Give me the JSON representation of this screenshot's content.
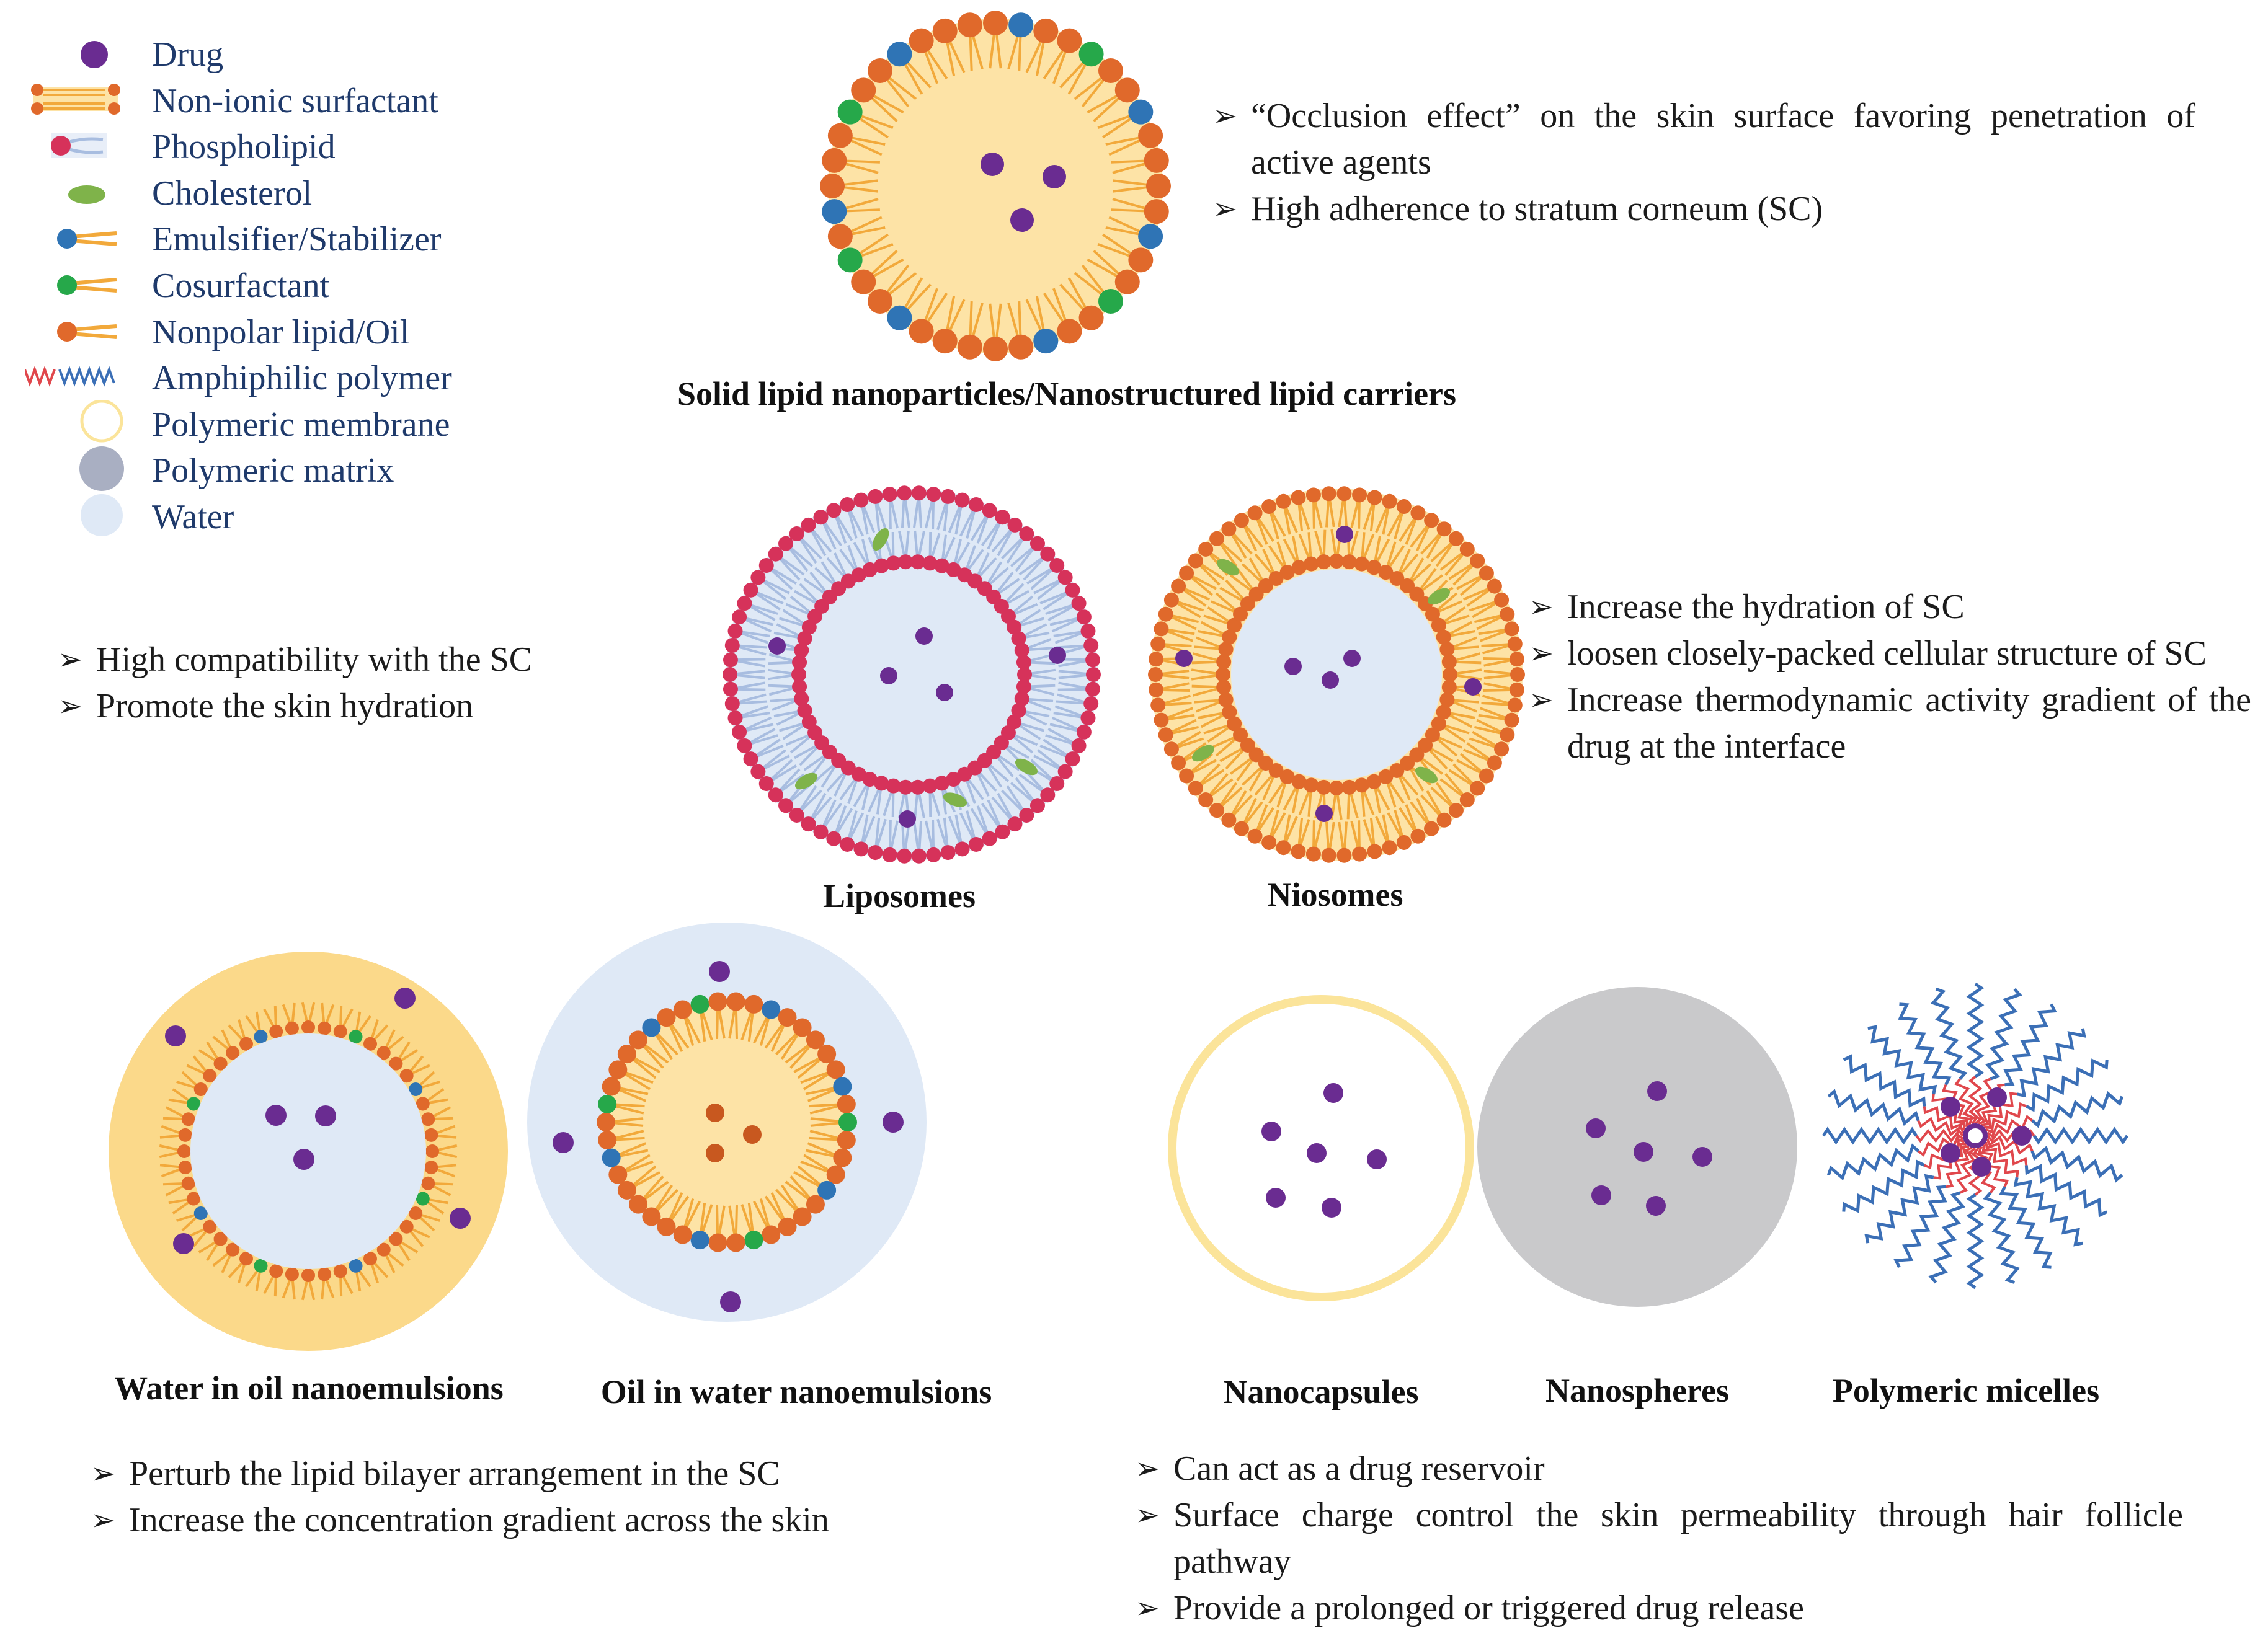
{
  "legend": [
    {
      "icon": "drug-dot-icon",
      "label": "Drug"
    },
    {
      "icon": "non-ionic-surfactant-icon",
      "label": "Non-ionic surfactant"
    },
    {
      "icon": "phospholipid-icon",
      "label": "Phospholipid"
    },
    {
      "icon": "cholesterol-icon",
      "label": "Cholesterol"
    },
    {
      "icon": "emulsifier-stabilizer-icon",
      "label": "Emulsifier/Stabilizer"
    },
    {
      "icon": "cosurfactant-icon",
      "label": "Cosurfactant"
    },
    {
      "icon": "nonpolar-lipid-oil-icon",
      "label": "Nonpolar lipid/Oil"
    },
    {
      "icon": "amphiphilic-polymer-icon",
      "label": "Amphiphilic polymer"
    },
    {
      "icon": "polymeric-membrane-icon",
      "label": "Polymeric membrane"
    },
    {
      "icon": "polymeric-matrix-icon",
      "label": "Polymeric matrix"
    },
    {
      "icon": "water-icon",
      "label": "Water"
    }
  ],
  "carriers": {
    "sln_nlc": "Solid lipid nanoparticles/Nanostructured  lipid carriers",
    "liposomes": "Liposomes",
    "niosomes": "Niosomes",
    "water_in_oil": "Water in oil nanoemulsions",
    "oil_in_water": "Oil in water nanoemulsions",
    "nanocapsules": "Nanocapsules",
    "nanospheres": "Nanospheres",
    "micelles": "Polymeric micelles"
  },
  "notes": {
    "sln": [
      "“Occlusion effect” on the skin surface favoring penetration of active agents",
      "High adherence to stratum corneum (SC)"
    ],
    "liposomes": [
      "High compatibility with the SC",
      "Promote the skin hydration"
    ],
    "niosomes": [
      "Increase the hydration of SC",
      "loosen closely-packed cellular structure of SC",
      "Increase thermodynamic activity gradient of the drug at the interface"
    ],
    "nanoemulsions": [
      "Perturb the lipid bilayer arrangement  in the SC",
      "Increase the concentration  gradient across the skin"
    ],
    "polymeric": [
      "Can act as a drug reservoir",
      "Surface charge control the skin permeability through hair follicle pathway",
      "Provide a prolonged or triggered drug release"
    ]
  },
  "colors": {
    "drug": "#6a2c91",
    "oil_head": "#e0692b",
    "oil_tail": "#f2a93b",
    "oil_core": "#fde3a6",
    "phospholipid_head": "#d6325a",
    "phospholipid_tail": "#a8bde0",
    "water": "#dfe9f6",
    "emulsifier_head": "#2f74b5",
    "cosurfactant_head": "#26a84a",
    "cholesterol": "#7fb34a",
    "membrane": "#fbe49a",
    "matrix": "#c9c9cb",
    "micelle_core": "#e0474c",
    "micelle_chain": "#3b6fb6"
  }
}
